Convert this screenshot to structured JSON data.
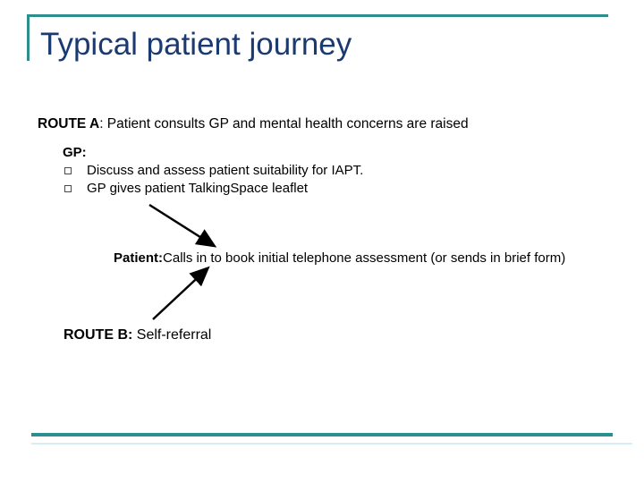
{
  "slide": {
    "title": "Typical patient journey",
    "route_a": {
      "label": "ROUTE A",
      "text": ": Patient consults GP and mental health concerns are raised"
    },
    "gp": {
      "label": "GP:",
      "bullets": [
        "Discuss and assess patient suitability for IAPT.",
        "GP gives patient TalkingSpace leaflet"
      ]
    },
    "patient": {
      "label": "Patient:",
      "text": "Calls in to book initial telephone assessment (or sends in brief form)"
    },
    "route_b": {
      "label": "ROUTE B:",
      "text": " Self-referral"
    },
    "colors": {
      "title_navy": "#1a3a70",
      "accent_teal": "#2d8e8e",
      "accent_light": "#d7edf6",
      "body_text": "#000000",
      "arrow_black": "#000000"
    },
    "icons": {
      "bullet": "square-outline-bullet",
      "arrow_down": "arrow-down-right",
      "arrow_up": "arrow-up-right"
    }
  }
}
